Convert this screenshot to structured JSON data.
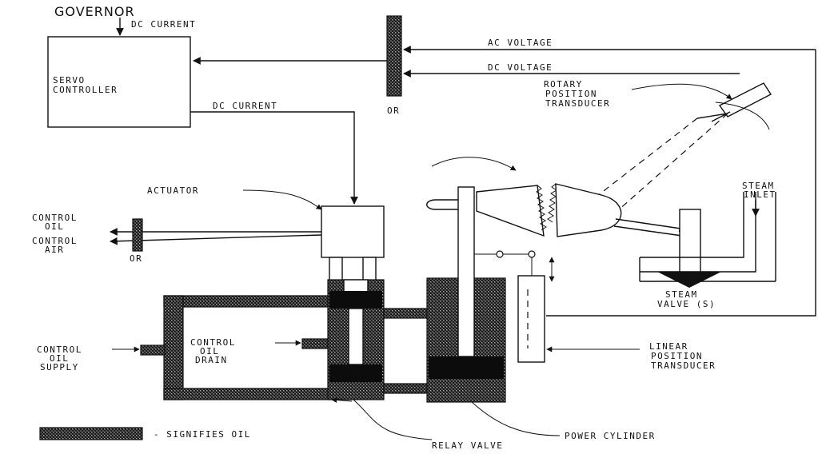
{
  "labels": {
    "governor": "GOVERNOR",
    "dc_current_in": "DC CURRENT",
    "servo_controller_1": "SERVO",
    "servo_controller_2": "CONTROLLER",
    "dc_current_out": "DC CURRENT",
    "ac_voltage": "AC VOLTAGE",
    "dc_voltage": "DC VOLTAGE",
    "or_top": "OR",
    "rotary_1": "ROTARY",
    "rotary_2": "POSITION",
    "rotary_3": "TRANSDUCER",
    "actuator": "ACTUATOR",
    "control_oil_1": "CONTROL",
    "control_oil_2": "OIL",
    "control_air_1": "CONTROL",
    "control_air_2": "AIR",
    "or_bottom": "OR",
    "steam_inlet_1": "STEAM",
    "steam_inlet_2": "INLET",
    "steam_valve_1": "STEAM",
    "steam_valve_2": "VALVE (S)",
    "control_oil_supply_1": "CONTROL",
    "control_oil_supply_2": "OIL",
    "control_oil_supply_3": "SUPPLY",
    "control_oil_drain_1": "CONTROL",
    "control_oil_drain_2": "OIL",
    "control_oil_drain_3": "DRAIN",
    "linear_1": "LINEAR",
    "linear_2": "POSITION",
    "linear_3": "TRANSDUCER",
    "legend": "- SIGNIFIES OIL",
    "relay_valve": "RELAY VALVE",
    "power_cylinder": "POWER CYLINDER"
  }
}
